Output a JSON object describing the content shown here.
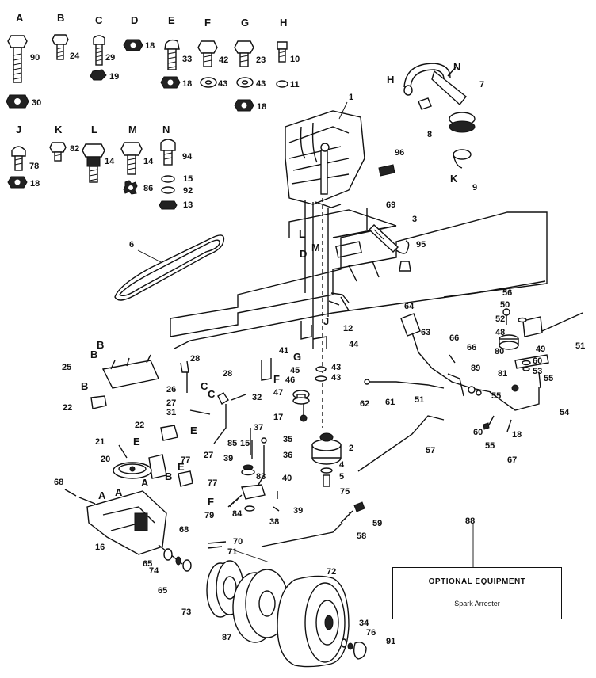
{
  "hardware": [
    {
      "letter": "A",
      "parts": [
        "90",
        "30"
      ]
    },
    {
      "letter": "B",
      "parts": [
        "24"
      ]
    },
    {
      "letter": "C",
      "parts": [
        "29",
        "19"
      ]
    },
    {
      "letter": "D",
      "parts": [
        "18"
      ]
    },
    {
      "letter": "E",
      "parts": [
        "33",
        "18"
      ]
    },
    {
      "letter": "F",
      "parts": [
        "42",
        "43"
      ]
    },
    {
      "letter": "G",
      "parts": [
        "23",
        "43",
        "18"
      ]
    },
    {
      "letter": "H",
      "parts": [
        "10",
        "11"
      ]
    },
    {
      "letter": "J",
      "parts": [
        "78",
        "18"
      ]
    },
    {
      "letter": "K",
      "parts": [
        "82"
      ]
    },
    {
      "letter": "L",
      "parts": [
        "14"
      ]
    },
    {
      "letter": "M",
      "parts": [
        "14",
        "86"
      ]
    },
    {
      "letter": "N",
      "parts": [
        "94",
        "15",
        "92",
        "13"
      ]
    }
  ],
  "callouts": {
    "n1": "1",
    "n2": "2",
    "n3": "3",
    "n4": "4",
    "n5": "5",
    "n6": "6",
    "n7": "7",
    "n8": "8",
    "n9": "9",
    "n12": "12",
    "n16": "16",
    "n17": "17",
    "n18": "18",
    "n20": "20",
    "n21": "21",
    "n22a": "22",
    "n22b": "22",
    "n25": "25",
    "n26": "26",
    "n27a": "27",
    "n27b": "27",
    "n28a": "28",
    "n28b": "28",
    "n31": "31",
    "n32": "32",
    "n34": "34",
    "n35": "35",
    "n36": "36",
    "n37": "37",
    "n38": "38",
    "n39a": "39",
    "n39b": "39",
    "n40": "40",
    "n41": "41",
    "n43a": "43",
    "n43b": "43",
    "n44": "44",
    "n45": "45",
    "n46": "46",
    "n47": "47",
    "n48": "48",
    "n49": "49",
    "n50": "50",
    "n51a": "51",
    "n51b": "51",
    "n52": "52",
    "n53": "53",
    "n54": "54",
    "n55a": "55",
    "n55b": "55",
    "n55c": "55",
    "n56": "56",
    "n57": "57",
    "n58": "58",
    "n59": "59",
    "n60a": "60",
    "n60b": "60",
    "n61": "61",
    "n62": "62",
    "n63": "63",
    "n64": "64",
    "n65a": "65",
    "n65b": "65",
    "n66a": "66",
    "n66b": "66",
    "n67": "67",
    "n68a": "68",
    "n68b": "68",
    "n69": "69",
    "n70": "70",
    "n71": "71",
    "n72": "72",
    "n73": "73",
    "n74": "74",
    "n75": "75",
    "n76": "76",
    "n77a": "77",
    "n77b": "77",
    "n79": "79",
    "n80": "80",
    "n81": "81",
    "n83": "83",
    "n84": "84",
    "n85": "85",
    "n87": "87",
    "n89": "89",
    "n91": "91",
    "n95": "95",
    "n96": "96",
    "n15": "15",
    "n18b": "18"
  },
  "letters": {
    "H": "H",
    "N": "N",
    "K": "K",
    "L": "L",
    "D": "D",
    "M": "M",
    "J": "J",
    "B1": "B",
    "B2": "B",
    "B3": "B",
    "C1": "C",
    "C2": "C",
    "E1": "E",
    "E2": "E",
    "E3": "E",
    "A1": "A",
    "A2": "A",
    "A3": "A",
    "B4": "B",
    "F1": "F",
    "F2": "F",
    "G1": "G"
  },
  "optional_equipment": {
    "number": "88",
    "title": "OPTIONAL EQUIPMENT",
    "item": "Spark Arrester"
  }
}
